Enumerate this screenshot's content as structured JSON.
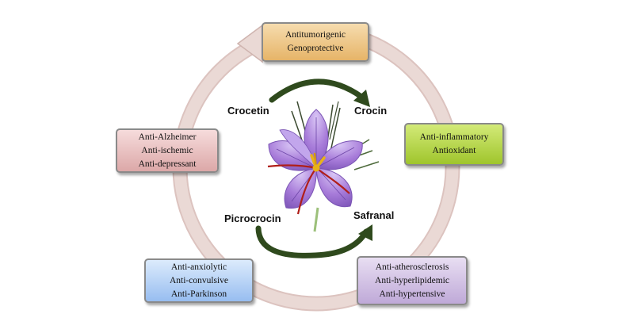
{
  "compounds": {
    "crocetin": "Crocetin",
    "crocin": "Crocin",
    "picrocrocin": "Picrocrocin",
    "safranal": "Safranal"
  },
  "effects": {
    "top": [
      "Antitumorigenic",
      "Genoprotective"
    ],
    "right": [
      "Anti-inflammatory",
      "Antioxidant"
    ],
    "bottom_right": [
      "Anti-atherosclerosis",
      "Anti-hyperlipidemic",
      "Anti-hypertensive"
    ],
    "bottom_left": [
      "Anti-anxiolytic",
      "Anti-convulsive",
      "Anti-Parkinson"
    ],
    "left": [
      "Anti-Alzheimer",
      "Anti-ischemic",
      "Anti-depressant"
    ]
  },
  "colors": {
    "ring": "#e9d5d1",
    "ring_edge": "#dcc3bf",
    "arrow_dark": "#2f4a1d",
    "petal": "#a47ad8",
    "petal_light": "#d3bdf2",
    "stigma": "#b01f1a",
    "anther": "#e8b21a"
  }
}
